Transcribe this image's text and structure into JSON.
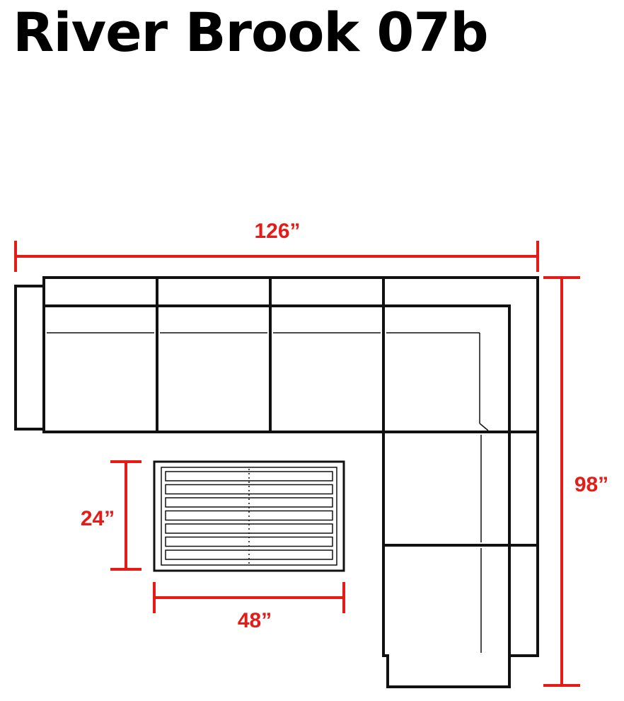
{
  "title": "River Brook 07b",
  "dimensions": {
    "overall_width": "126”",
    "overall_depth": "98”",
    "table_depth": "24”",
    "table_width": "48”"
  },
  "colors": {
    "dimension": "#e41b17",
    "outline": "#111111",
    "background": "#ffffff"
  }
}
